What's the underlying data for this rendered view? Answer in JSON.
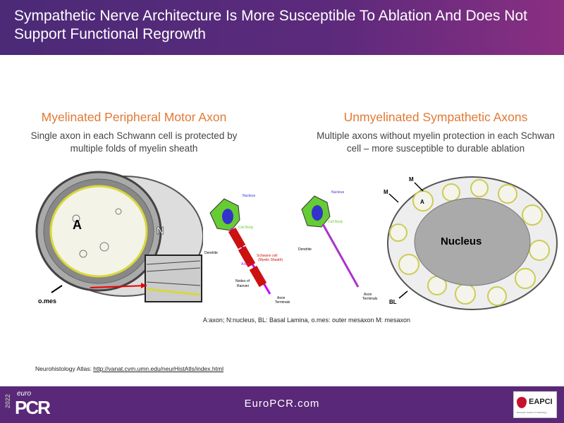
{
  "header": {
    "title": "Sympathetic Nerve Architecture Is More Susceptible To Ablation And Does Not Support Functional Regrowth"
  },
  "left": {
    "title": "Myelinated Peripheral Motor Axon",
    "subtitle": "Single axon in each Schwann cell is protected by multiple folds of myelin sheath",
    "figure_labels": {
      "axon": "A",
      "nucleus": "N",
      "outer_mesaxon": "o.mes"
    },
    "neuron_labels": {
      "nucleus": "Nucleus",
      "cell_body": "Cell Body",
      "dendrite": "Dendrite",
      "schwann": "Schwann cell",
      "myelin": "(Myelin Sheath)",
      "axon": "Axon",
      "nodes": "Nodes of",
      "ranvier": "Ranvier",
      "terminals": "Axon",
      "terminals2": "Terminals"
    }
  },
  "right": {
    "title": "Unmyelinated Sympathetic Axons",
    "subtitle": "Multiple axons without myelin protection in each Schwan cell – more susceptible to durable ablation",
    "figure_labels": {
      "nucleus": "Nucleus",
      "mesaxon": "M",
      "axon": "A",
      "basal_lamina": "BL"
    },
    "neuron_labels": {
      "nucleus": "Nucleus",
      "cell_body": "Cell Body",
      "dendrite": "Dendrite",
      "terminals": "Axon",
      "terminals2": "Terminals"
    }
  },
  "caption": "A:axon; N:nucleus, BL: Basal Lamina, o.mes: outer mesaxon M: mesaxon",
  "reference": {
    "label": "Neurohistology  Atlas:",
    "link": "http://vanat.cvm.umn.edu/neurHistAtls/index.html"
  },
  "footer": {
    "site": "EuroPCR.com",
    "logo_year": "2022",
    "logo_euro": "euro",
    "logo_pcr": "PCR",
    "partner": "EAPCI",
    "partner_sub": "European Society of Cardiology"
  }
}
